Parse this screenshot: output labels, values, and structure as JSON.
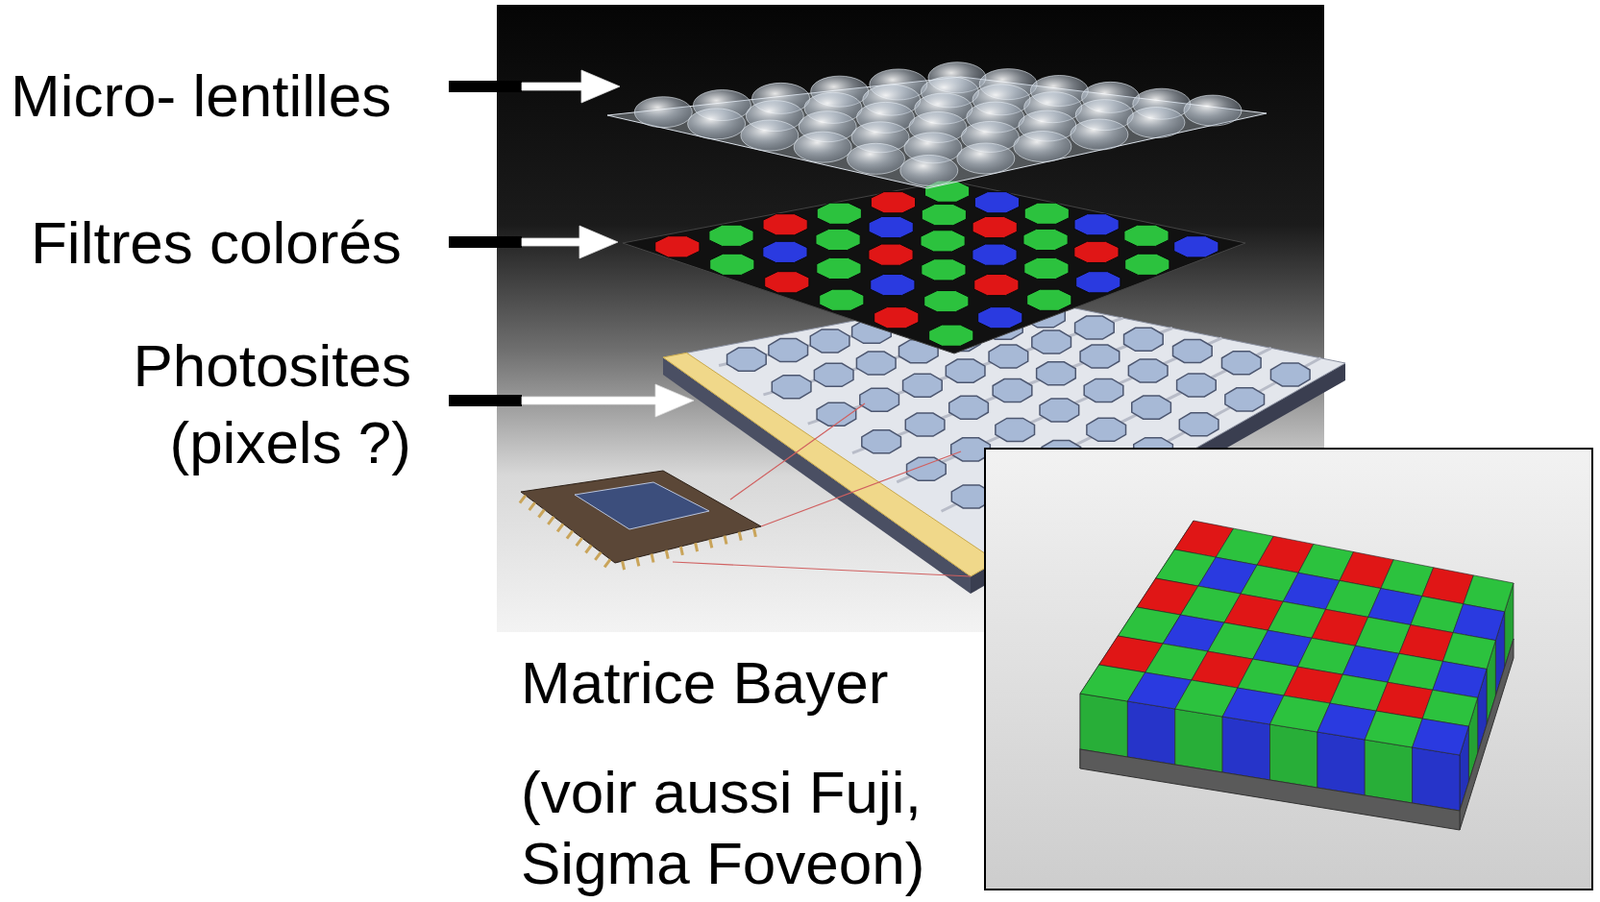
{
  "diagram": {
    "labels": [
      "Micro- lentilles",
      "Filtres colorés",
      "Photosites (pixels ?)",
      "Matrice Bayer",
      "(voir aussi Fuji, Sigma Foveon)"
    ]
  }
}
